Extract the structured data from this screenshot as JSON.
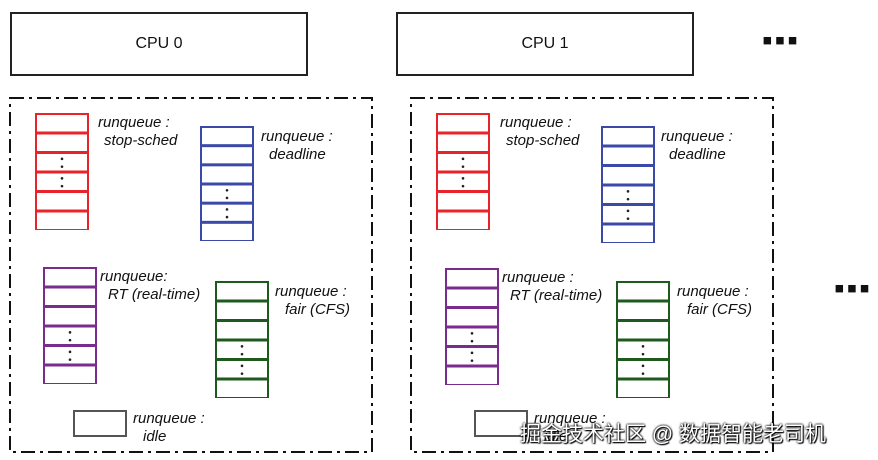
{
  "cpus": [
    {
      "label": "CPU 0",
      "queues": {
        "stop_sched": {
          "title": "runqueue :",
          "name": "stop-sched",
          "color": "#e8232a"
        },
        "deadline": {
          "title": "runqueue :",
          "name": "deadline",
          "color": "#3b4aa8"
        },
        "rt": {
          "title": "runqueue:",
          "name": "RT (real-time)",
          "color": "#7b2a8e"
        },
        "fair": {
          "title": "runqueue :",
          "name": "fair (CFS)",
          "color": "#1e5a1e"
        },
        "idle": {
          "title": "runqueue :",
          "name": "idle",
          "color": "#555555"
        }
      }
    },
    {
      "label": "CPU 1",
      "queues": {
        "stop_sched": {
          "title": "runqueue :",
          "name": "stop-sched",
          "color": "#e8232a"
        },
        "deadline": {
          "title": "runqueue :",
          "name": "deadline",
          "color": "#3b4aa8"
        },
        "rt": {
          "title": "runqueue :",
          "name": "RT (real-time)",
          "color": "#7b2a8e"
        },
        "fair": {
          "title": "runqueue :",
          "name": "fair (CFS)",
          "color": "#1e5a1e"
        },
        "idle": {
          "title": "runqueue :",
          "name": "idle",
          "color": "#555555"
        }
      }
    }
  ],
  "ellipsis": "▪▪▪",
  "watermark": "掘金技术社区 @ 数据智能老司机"
}
